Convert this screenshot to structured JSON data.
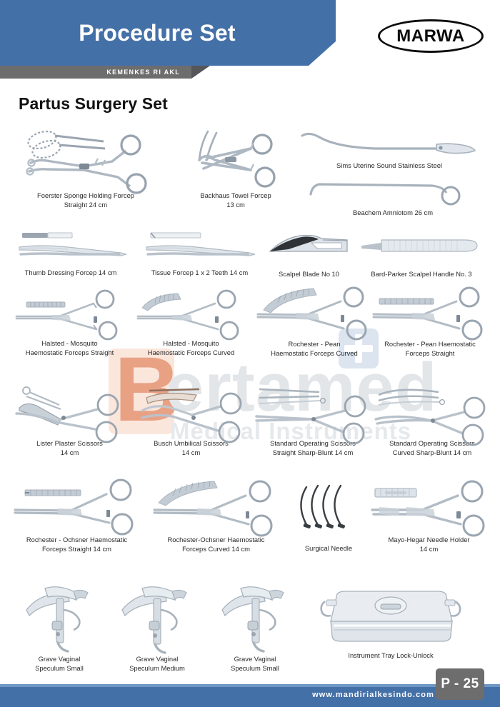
{
  "header": {
    "title": "Procedure Set",
    "logo_text": "MARWA",
    "certification_bar": "KEMENKES RI AKL"
  },
  "section": {
    "title": "Partus Surgery Set"
  },
  "watermark": {
    "letter": "B",
    "word": "ertamed",
    "subtitle": "Medical Instruments",
    "letter_color": "#e9a184",
    "letter_box_color": "#fbe6dc",
    "word_color": "#e3e6e9",
    "cross_box_color": "#dbe4ef",
    "cross_color": "#ffffff"
  },
  "colors": {
    "brand_blue": "#4470a8",
    "footer_stripe": "#6f97c4",
    "gray_bar": "#6d6d6d",
    "gray_bar_shadow": "#56565a",
    "text": "#2a2a2a",
    "steel_light": "#e9edf1",
    "steel_mid": "#b9c2cb",
    "steel_dark": "#7d8995"
  },
  "products": [
    {
      "id": "foerster-sponge-holding-forcep",
      "label": "Foerster Sponge Holding Forcep\nStraight 24 cm",
      "icon": "ring-forceps-icon"
    },
    {
      "id": "backhaus-towel-forcep",
      "label": "Backhaus Towel Forcep\n13 cm",
      "icon": "towel-clamp-icon"
    },
    {
      "id": "sims-uterine-sound",
      "label": "Sims Uterine Sound Stainless Steel",
      "icon": "uterine-sound-icon"
    },
    {
      "id": "beachem-amniotom",
      "label": "Beachem Amniotom 26 cm",
      "icon": "amniotom-icon"
    },
    {
      "id": "thumb-dressing-forcep",
      "label": "Thumb Dressing Forcep 14  cm",
      "icon": "thumb-forceps-icon"
    },
    {
      "id": "tissue-forcep",
      "label": "Tissue Forcep 1 x 2 Teeth 14 cm",
      "icon": "tissue-forceps-icon"
    },
    {
      "id": "scalpel-blade-no-10",
      "label": "Scalpel Blade No 10",
      "icon": "scalpel-blade-icon"
    },
    {
      "id": "bard-parker-scalpel-handle",
      "label": "Bard-Parker Scalpel Handle No. 3",
      "icon": "scalpel-handle-icon"
    },
    {
      "id": "halsted-mosquito-straight",
      "label": "Halsted - Mosquito\nHaemostatic Forceps Straight",
      "icon": "hemostat-straight-icon"
    },
    {
      "id": "halsted-mosquito-curved",
      "label": "Halsted - Mosquito\nHaemostatic Forceps Curved",
      "icon": "hemostat-curved-icon"
    },
    {
      "id": "rochester-pean-curved",
      "label": "Rochester - Pean\nHaemostatic Forceps Curved",
      "icon": "hemostat-curved-icon"
    },
    {
      "id": "rochester-pean-straight",
      "label": "Rochester - Pean Haemostatic\nForceps Straight",
      "icon": "hemostat-straight-icon"
    },
    {
      "id": "lister-plaster-scissors",
      "label": "Lister Plaster Scissors\n14 cm",
      "icon": "plaster-scissors-icon"
    },
    {
      "id": "busch-umbilical-scissors",
      "label": "Busch Umbilical Scissors\n14 cm",
      "icon": "umbilical-scissors-icon"
    },
    {
      "id": "operating-scissors-straight",
      "label": "Standard Operating Scissors\nStraight Sharp-Blunt 14 cm",
      "icon": "operating-scissors-straight-icon"
    },
    {
      "id": "operating-scissors-curved",
      "label": "Standard Operating Scissors\nCurved Sharp-Blunt 14 cm",
      "icon": "operating-scissors-curved-icon"
    },
    {
      "id": "rochester-ochsner-straight",
      "label": "Rochester - Ochsner Haemostatic\nForceps Straight 14 cm",
      "icon": "hemostat-straight-icon"
    },
    {
      "id": "rochester-ochsner-curved",
      "label": "Rochester-Ochsner Haemostatic\nForceps Curved 14 cm",
      "icon": "hemostat-curved-icon"
    },
    {
      "id": "surgical-needle",
      "label": "Surgical Needle",
      "icon": "surgical-needle-icon"
    },
    {
      "id": "mayo-hegar-needle-holder",
      "label": "Mayo-Hegar Needle Holder\n14 cm",
      "icon": "needle-holder-icon"
    },
    {
      "id": "grave-speculum-small-1",
      "label": "Grave Vaginal\nSpeculum Small",
      "icon": "speculum-icon"
    },
    {
      "id": "grave-speculum-medium",
      "label": "Grave Vaginal\nSpeculum Medium",
      "icon": "speculum-icon"
    },
    {
      "id": "grave-speculum-small-2",
      "label": "Grave Vaginal\nSpeculum Small",
      "icon": "speculum-icon"
    },
    {
      "id": "instrument-tray",
      "label": "Instrument Tray Lock-Unlock",
      "icon": "instrument-tray-icon"
    }
  ],
  "footer": {
    "url": "www.mandirialkesindo.com",
    "page_number": "P - 25"
  }
}
